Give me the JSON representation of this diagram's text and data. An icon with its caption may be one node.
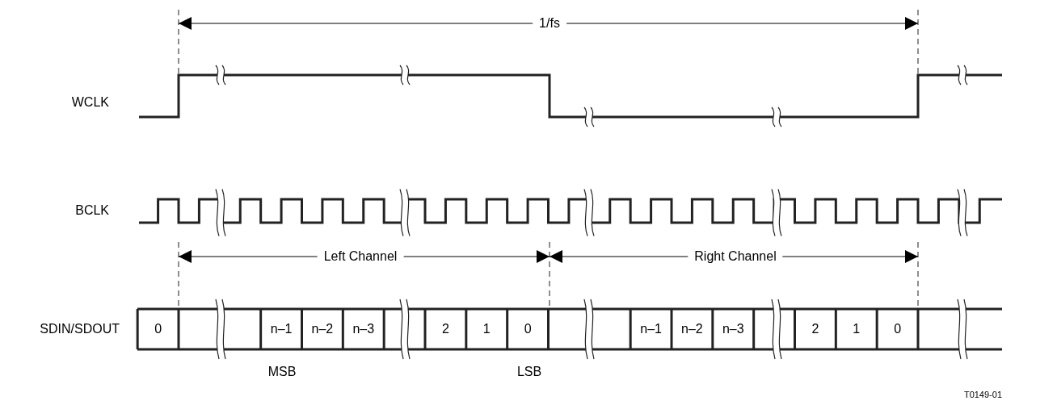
{
  "diagram": {
    "labels": [
      "1/fs",
      "WCLK",
      "BCLK",
      "Left Channel",
      "Right Channel",
      "SDIN/SDOUT",
      "0",
      "n–1",
      "n–2",
      "n–3",
      "2",
      "1",
      "0",
      "n–1",
      "n–2",
      "n–3",
      "2",
      "1",
      "0",
      "MSB",
      "LSB",
      "T0149-01"
    ]
  }
}
